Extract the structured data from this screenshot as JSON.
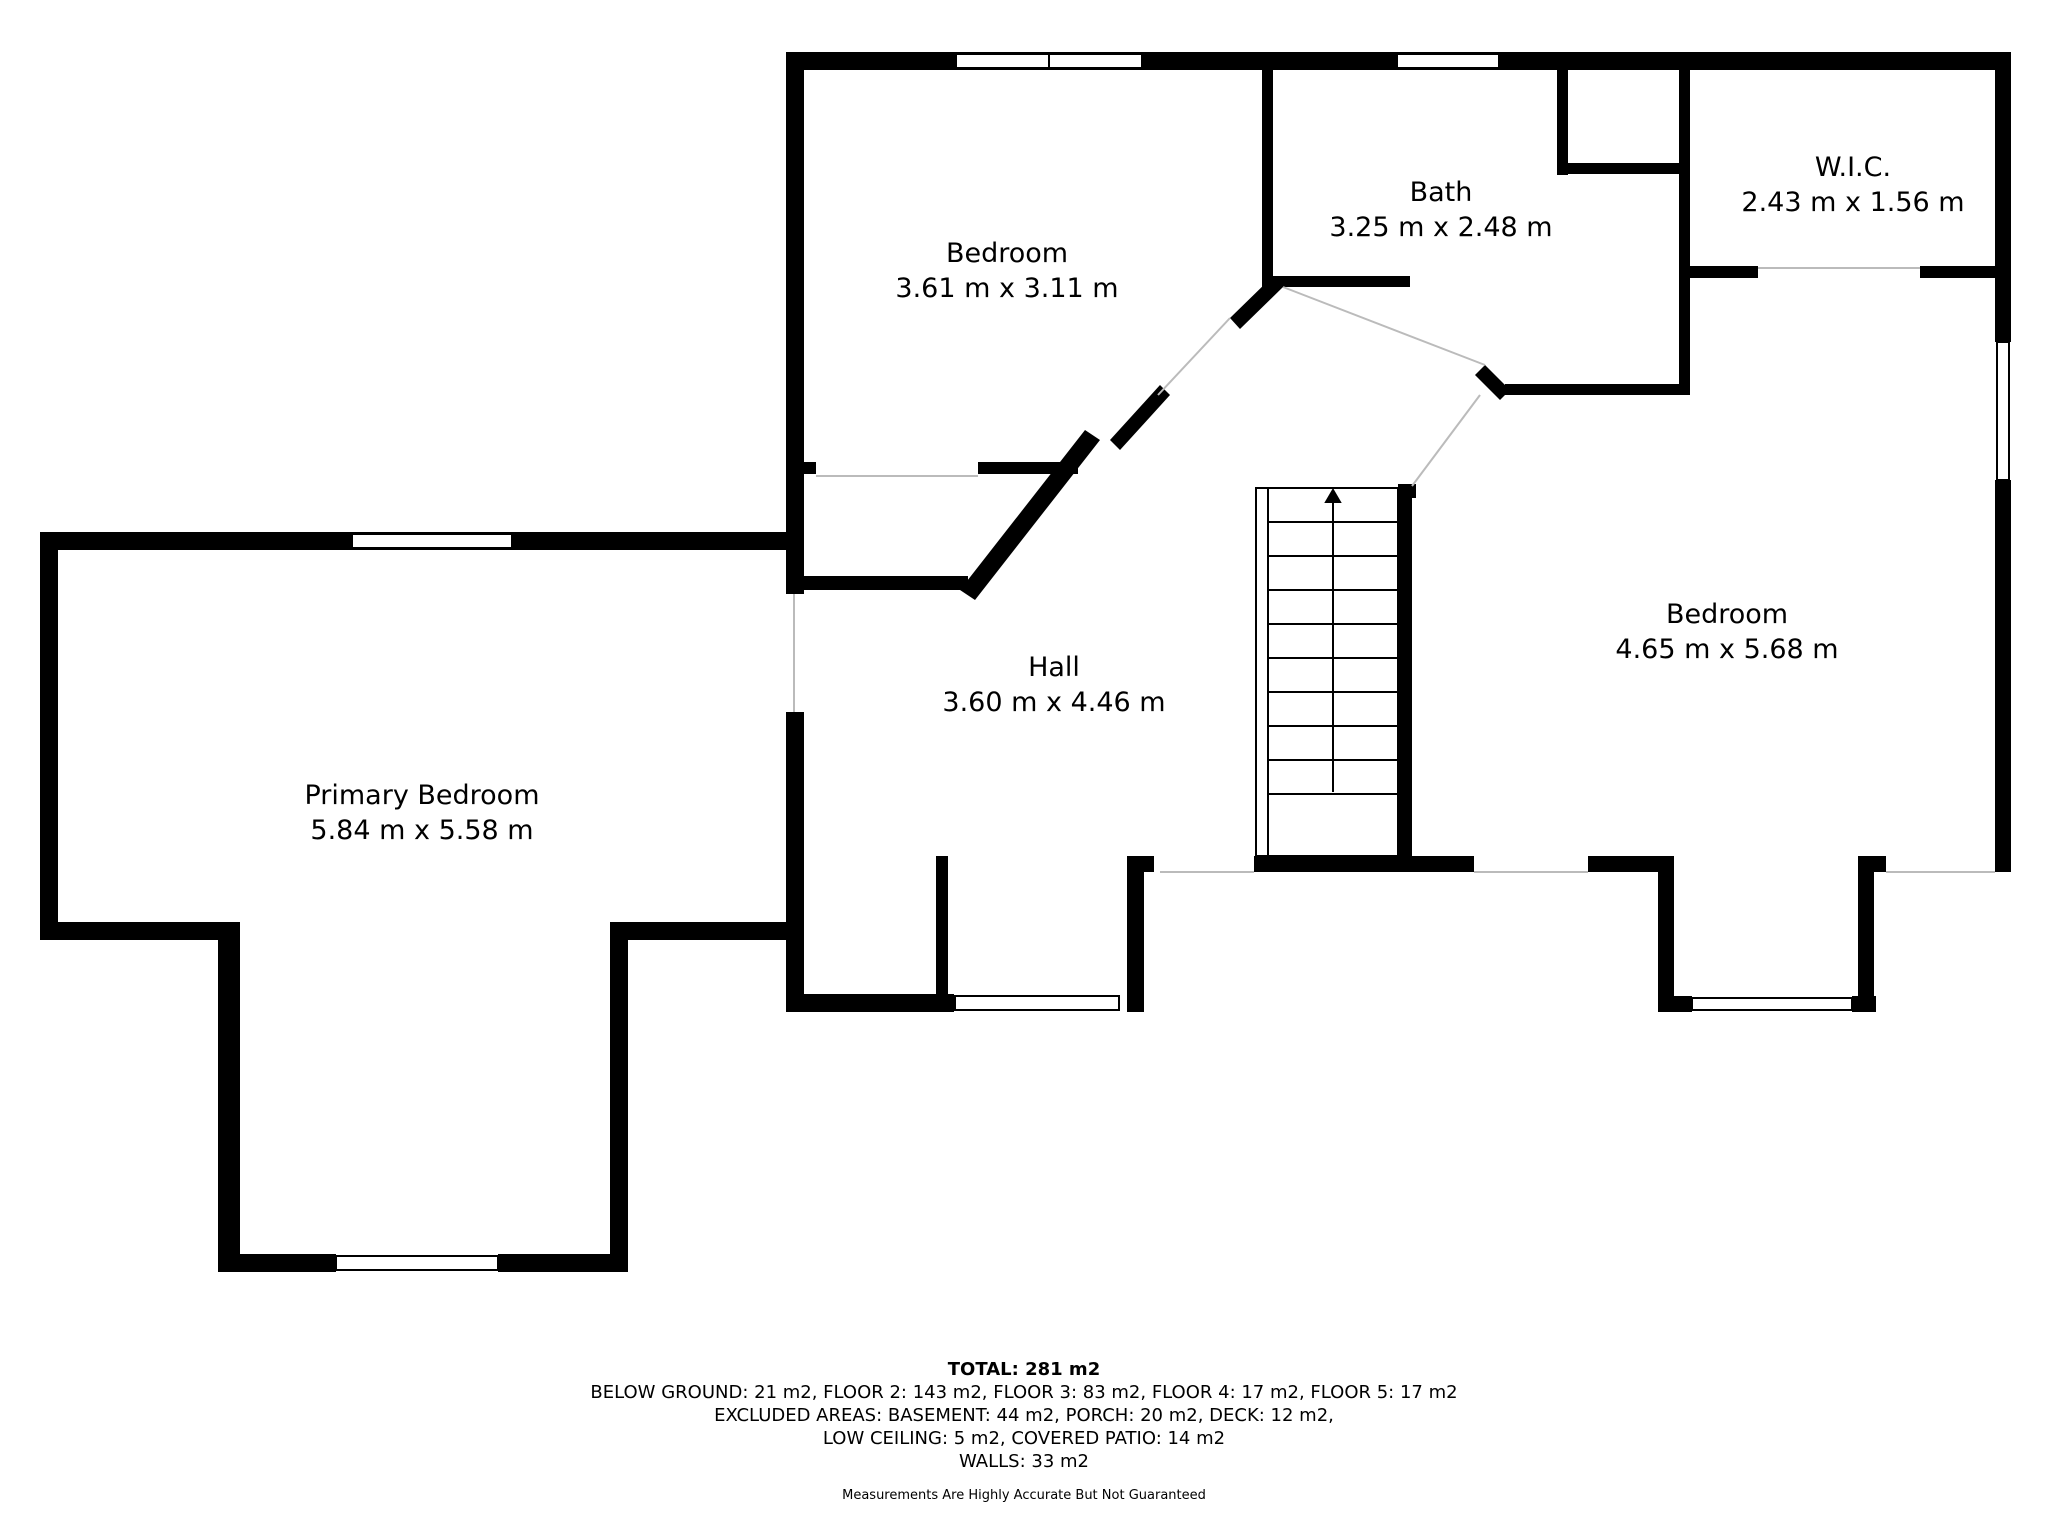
{
  "rooms": [
    {
      "name": "Bedroom",
      "dims": "3.61 m x 3.11 m"
    },
    {
      "name": "Bath",
      "dims": "3.25 m x 2.48 m"
    },
    {
      "name": "W.I.C.",
      "dims": "2.43 m x 1.56 m"
    },
    {
      "name": "Hall",
      "dims": "3.60 m x 4.46 m"
    },
    {
      "name": "Bedroom",
      "dims": "4.65 m x 5.68 m"
    },
    {
      "name": "Primary Bedroom",
      "dims": "5.84 m x 5.58 m"
    }
  ],
  "summary": {
    "total": "TOTAL: 281 m2",
    "line1": "BELOW GROUND: 21 m2, FLOOR 2: 143 m2, FLOOR 3: 83 m2, FLOOR 4: 17 m2, FLOOR 5: 17 m2",
    "line2": "EXCLUDED AREAS: BASEMENT: 44 m2, PORCH: 20 m2, DECK: 12 m2,",
    "line3": "LOW CEILING: 5 m2, COVERED PATIO: 14 m2",
    "line4": "WALLS: 33 m2"
  },
  "disclaimer": "Measurements Are Highly Accurate But Not Guaranteed",
  "colors": {
    "wall": "#000000",
    "background": "#ffffff",
    "window": "#ffffff"
  }
}
